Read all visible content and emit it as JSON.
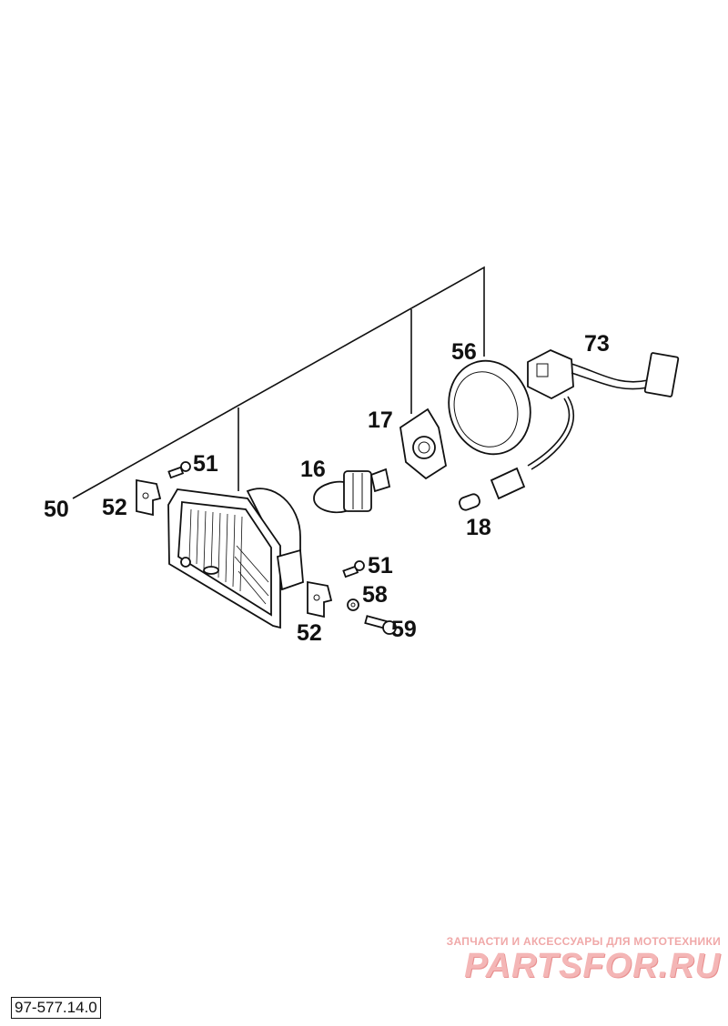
{
  "callouts": {
    "c50": "50",
    "c52a": "52",
    "c51a": "51",
    "c16": "16",
    "c17": "17",
    "c56": "56",
    "c73": "73",
    "c18": "18",
    "c51b": "51",
    "c58": "58",
    "c52b": "52",
    "c59": "59"
  },
  "watermark": {
    "caption": "ЗАПЧАСТИ И АКСЕССУАРЫ ДЛЯ МОТОТЕХНИКИ",
    "logo": "PARTSFOR.RU"
  },
  "drawing_number": "97-577.14.0"
}
